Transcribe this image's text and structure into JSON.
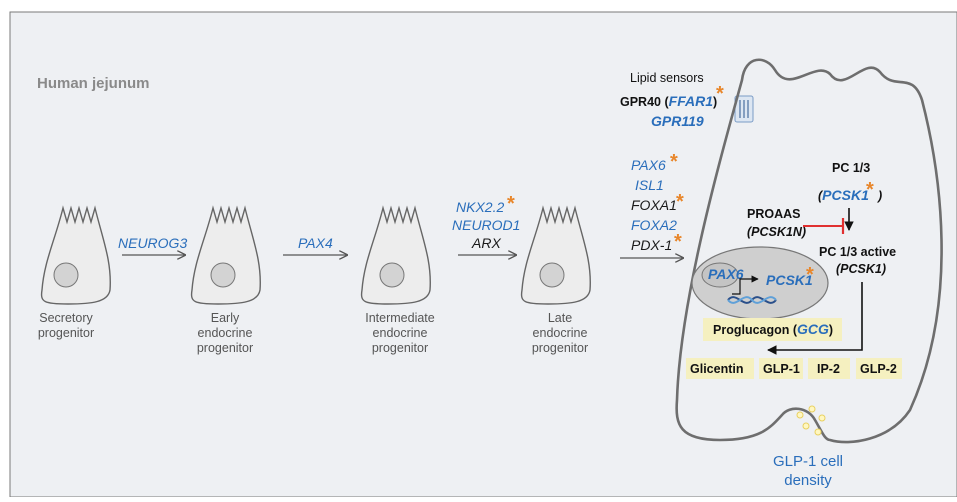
{
  "title": "Human jejunum",
  "progenitors": {
    "secretory": [
      "Secretory",
      "progenitor"
    ],
    "early": [
      "Early",
      "endocrine",
      "progenitor"
    ],
    "intermediate": [
      "Intermediate",
      "endocrine",
      "progenitor"
    ],
    "late": [
      "Late",
      "endocrine",
      "progenitor"
    ]
  },
  "transitions": {
    "t1": {
      "gene": "NEUROG3"
    },
    "t2": {
      "gene": "PAX4"
    },
    "t3": {
      "genes": [
        "NKX2.2",
        "NEUROD1",
        "ARX"
      ]
    },
    "t4": {
      "genes": [
        "PAX6",
        "ISL1",
        "FOXA1",
        "FOXA2",
        "PDX-1"
      ]
    }
  },
  "lipid": {
    "title": "Lipid sensors",
    "gpr40_prefix": "GPR40 (",
    "gpr40_gene": "FFAR1",
    "gpr40_suffix": ")",
    "gpr119": "GPR119"
  },
  "enzymes": {
    "pc13": "PC 1/3",
    "pc13_gene": "PCSK1",
    "proaas": "PROAAS",
    "proaas_gene": "(PCSK1N)",
    "pc13_active": "PC 1/3 active",
    "pc13_active_gene": "(PCSK1)"
  },
  "nucleus": {
    "tf": "PAX6",
    "target": "PCSK1"
  },
  "proglucagon": {
    "label": "Proglucagon (",
    "gene": "GCG",
    "suffix": ")"
  },
  "products": [
    "Glicentin",
    "GLP-1",
    "IP-2",
    "GLP-2"
  ],
  "density_label": [
    "GLP-1 cell",
    "density"
  ],
  "star": "*",
  "colors": {
    "gene_blue": "#2a6ebb",
    "star_orange": "#e8862a",
    "inhibit_red": "#e03030",
    "highlight_yellow": "#f5f0c0",
    "background": "#eef0f3"
  }
}
